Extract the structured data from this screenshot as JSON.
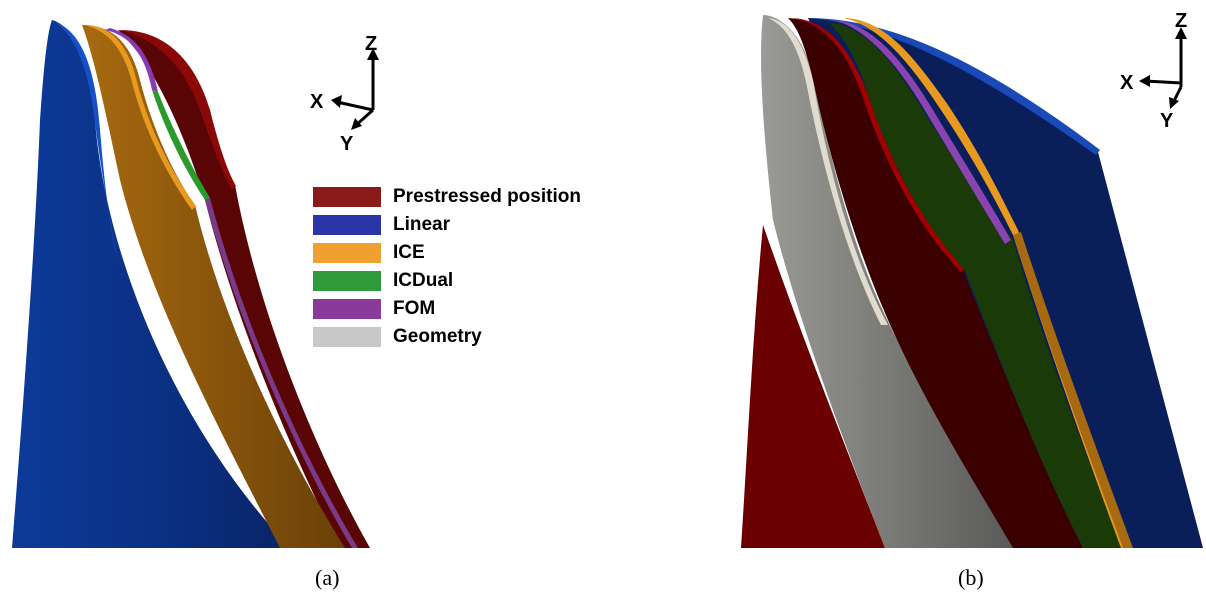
{
  "legend": [
    {
      "label": "Prestressed position",
      "color": "#8b1a1a"
    },
    {
      "label": "Linear",
      "color": "#2a35a8"
    },
    {
      "label": "ICE",
      "color": "#f0a030"
    },
    {
      "label": "ICDual",
      "color": "#2f9a3a"
    },
    {
      "label": "FOM",
      "color": "#8a3a9a"
    },
    {
      "label": "Geometry",
      "color": "#c8c8c8"
    }
  ],
  "axes_a": {
    "x": "X",
    "y": "Y",
    "z": "Z"
  },
  "axes_b": {
    "x": "X",
    "y": "Y",
    "z": "Z"
  },
  "captions": {
    "a": "(a)",
    "b": "(b)"
  }
}
